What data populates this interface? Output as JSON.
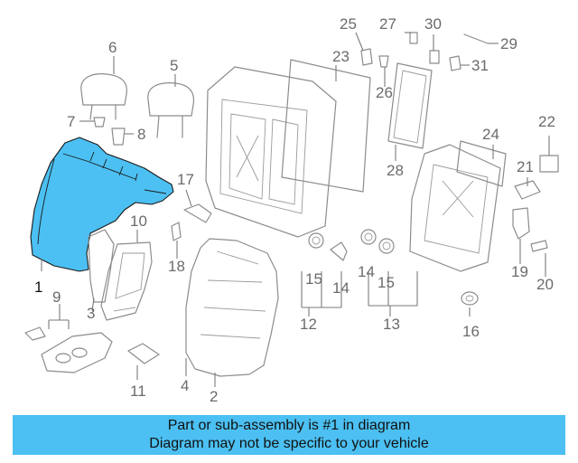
{
  "callouts": {
    "c1": "1",
    "c2": "2",
    "c3": "3",
    "c4": "4",
    "c5": "5",
    "c6": "6",
    "c7": "7",
    "c8": "8",
    "c9": "9",
    "c10": "10",
    "c11": "11",
    "c12": "12",
    "c13": "13",
    "c14a": "14",
    "c14b": "14",
    "c15a": "15",
    "c15b": "15",
    "c16": "16",
    "c17": "17",
    "c18": "18",
    "c19": "19",
    "c20": "20",
    "c21": "21",
    "c22": "22",
    "c23": "23",
    "c24": "24",
    "c25": "25",
    "c26": "26",
    "c27": "27",
    "c28": "28",
    "c29": "29",
    "c30": "30",
    "c31": "31"
  },
  "highlight": {
    "part_number": "1",
    "color": "#4cc0f2"
  },
  "banner": {
    "line1": "Part or sub-assembly is #1 in diagram",
    "line2": "Diagram may not be specific to your vehicle",
    "color": "#4cc0f2"
  }
}
